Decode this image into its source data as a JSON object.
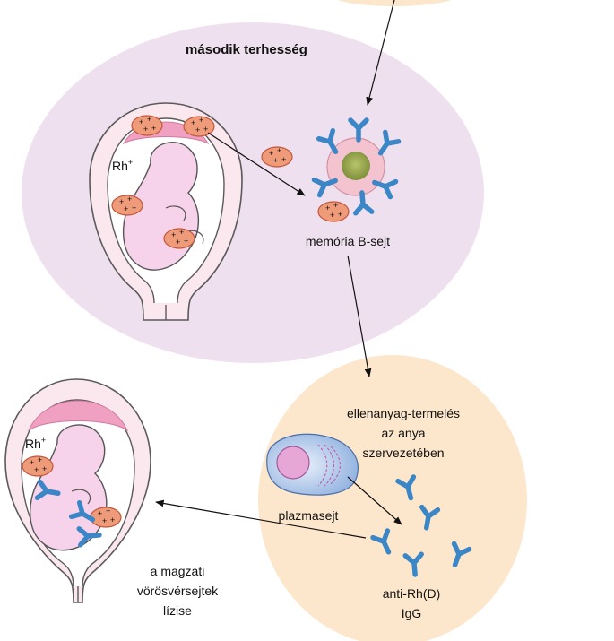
{
  "second_pregnancy": {
    "title": "második terhesség",
    "rh": "Rh",
    "rh_sup": "+"
  },
  "memory_cell": {
    "label": "memória B-sejt"
  },
  "antibody_production": {
    "line1": "ellenanyag-termelés",
    "line2": "az anya",
    "line3": "szervezetében"
  },
  "plasma_cell": {
    "label": "plazmasejt"
  },
  "antibody": {
    "line1": "anti-Rh(D)",
    "line2": "IgG"
  },
  "fetus_lysis": {
    "rh": "Rh",
    "rh_sup": "+",
    "line1": "a magzati",
    "line2": "vörösvérsejtek",
    "line3": "lízise"
  },
  "rbc_sign": "+",
  "colors": {
    "lilac_bg": "#efe0ef",
    "peach_bg": "#fde7cc",
    "placenta": "#f0a0c0",
    "fetus": "#f6d3ea",
    "antibody": "#3b86c6",
    "rbc": "#ef9b7a"
  }
}
